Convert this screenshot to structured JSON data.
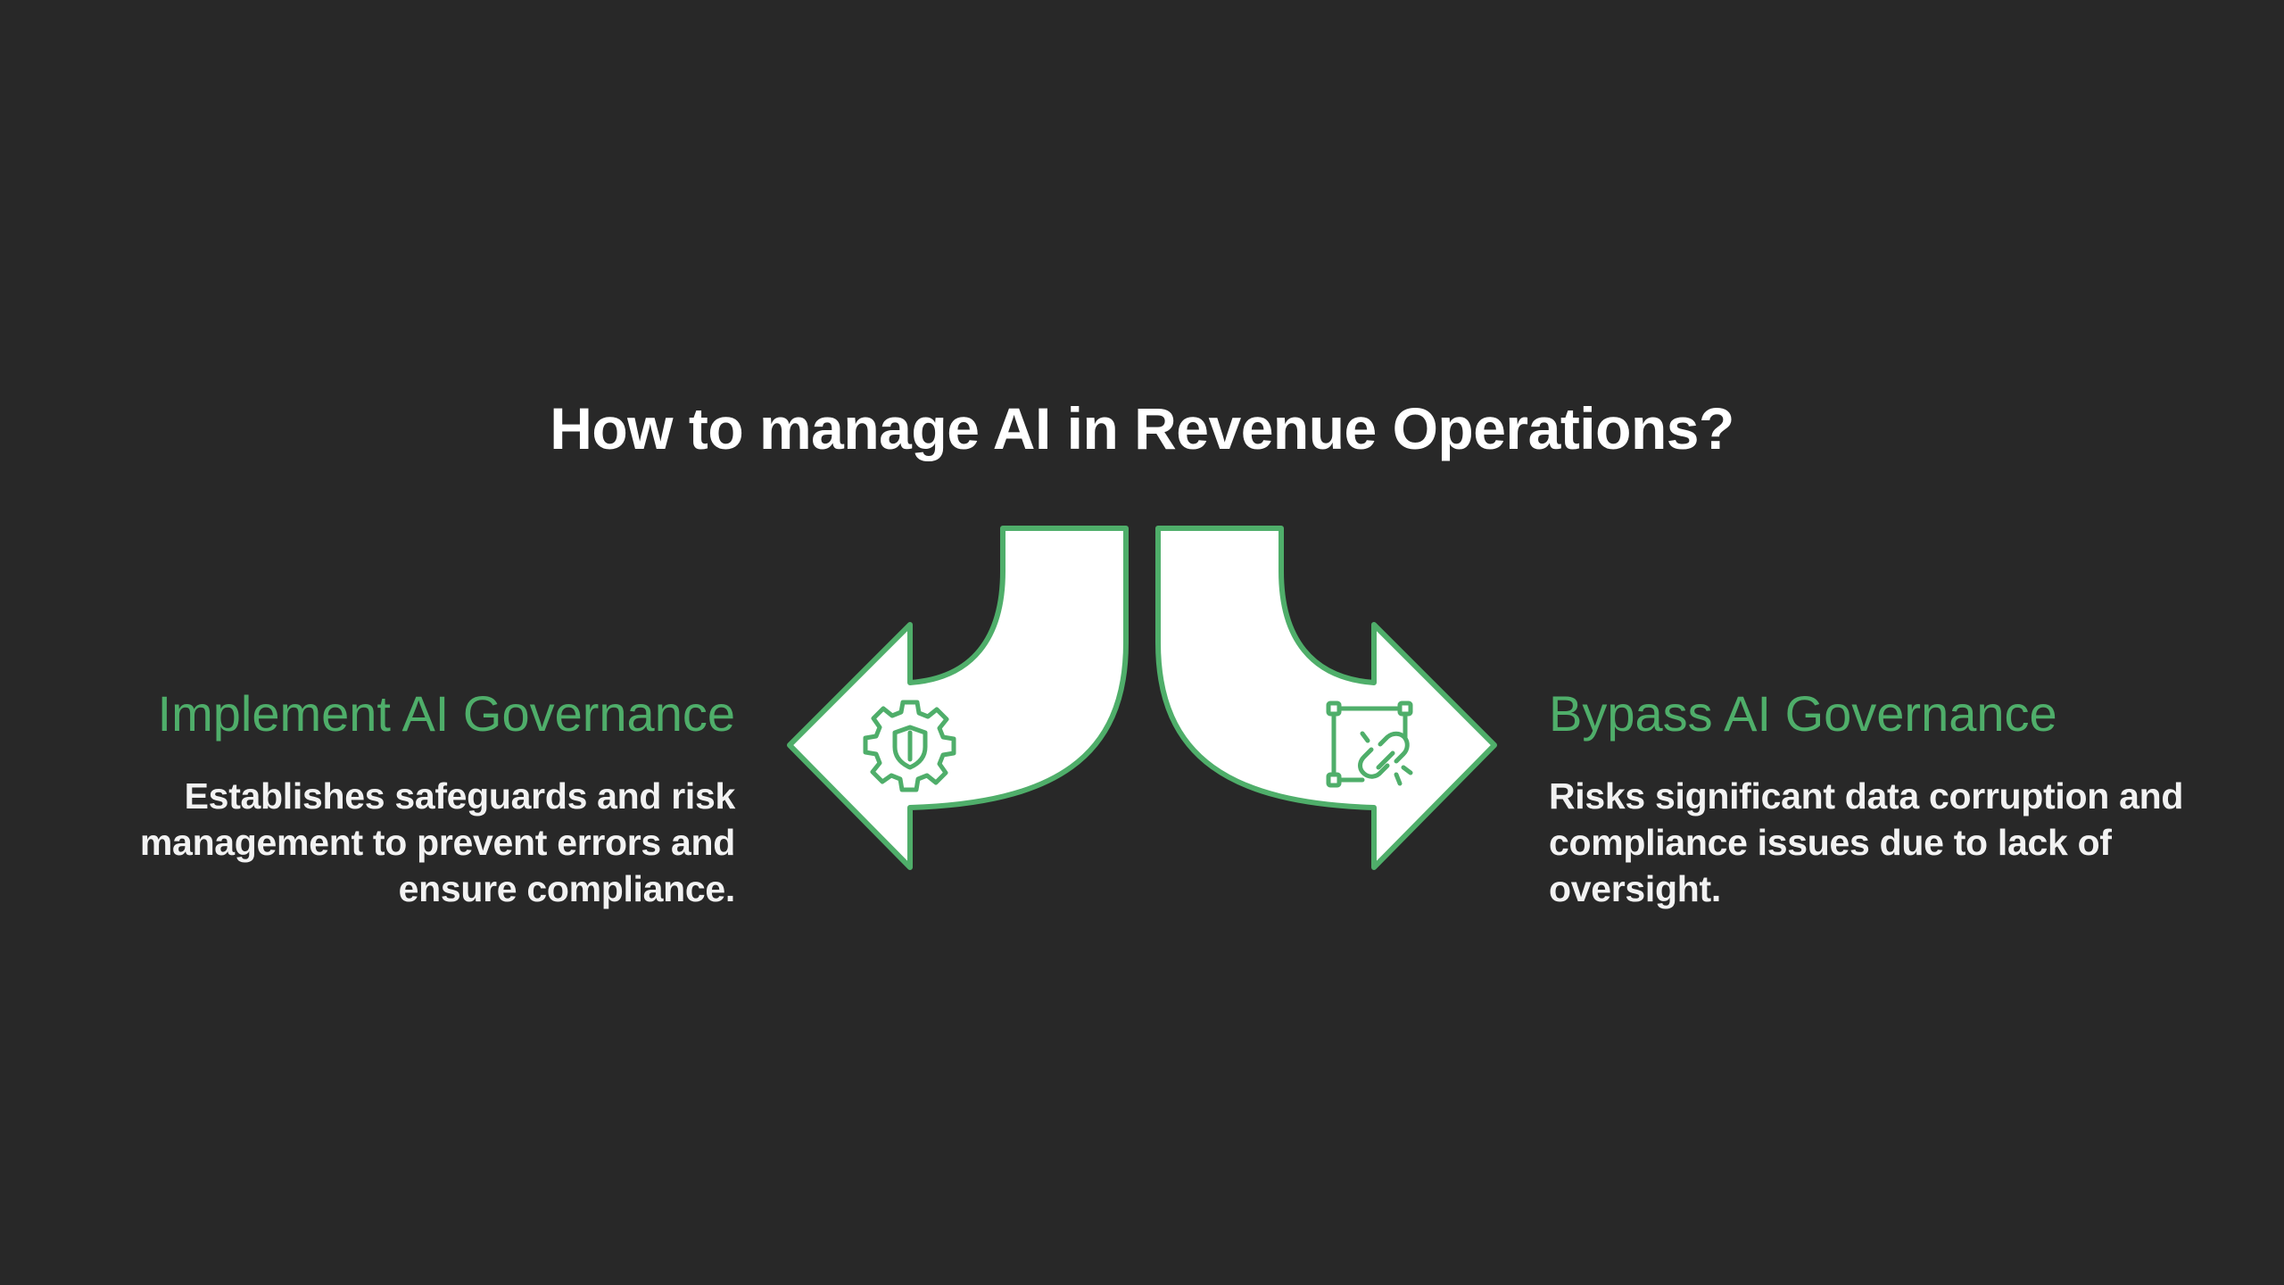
{
  "title": "How to manage AI in Revenue Operations?",
  "colors": {
    "background": "#282828",
    "accent": "#4fae6a",
    "arrow_fill": "#ffffff",
    "text": "#ffffff"
  },
  "options": [
    {
      "heading": "Implement AI Governance",
      "description": "Establishes safeguards and risk management to prevent errors and ensure compliance.",
      "icon": "gear-shield-icon",
      "direction": "left"
    },
    {
      "heading": "Bypass AI Governance",
      "description": "Risks significant data corruption and compliance issues due to lack of oversight.",
      "icon": "broken-link-frame-icon",
      "direction": "right"
    }
  ]
}
